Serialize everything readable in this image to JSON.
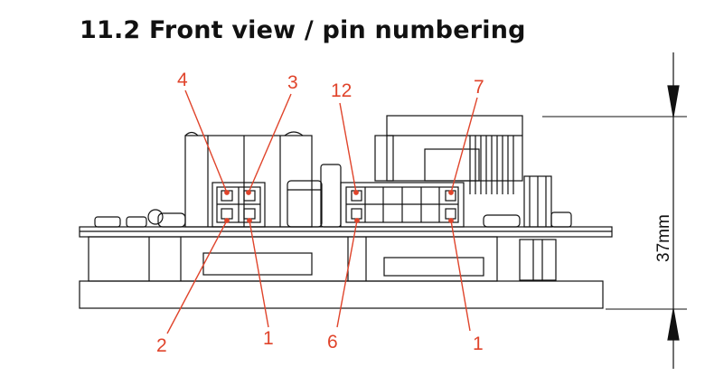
{
  "title": "11.2 Front view / pin numbering",
  "pin_labels": {
    "left_top_left": "4",
    "left_top_right": "3",
    "left_bottom_left": "2",
    "left_bottom_right": "1",
    "right_top_left": "12",
    "right_top_right": "7",
    "right_bottom_left": "6",
    "right_bottom_right": "1"
  },
  "dimension": {
    "height_label": "37mm"
  },
  "colors": {
    "callout": "#e0442b",
    "line": "#111111"
  }
}
